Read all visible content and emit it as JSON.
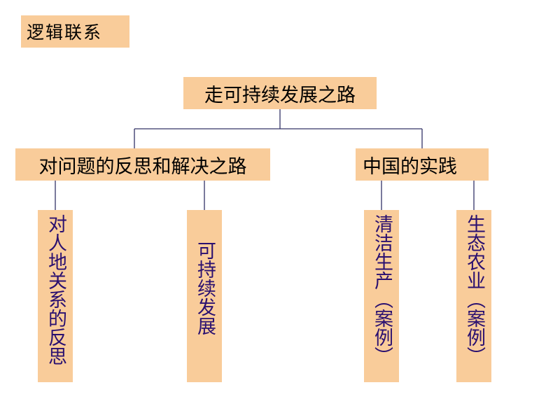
{
  "title": "逻辑联系",
  "root": "走可持续发展之路",
  "branches": [
    {
      "label": "对问题的反思和解决之路",
      "children": [
        "对人地关系的反思",
        "可持续发展"
      ]
    },
    {
      "label": "中国的实践",
      "children": [
        "清洁生产（案例）",
        "生态农业（案例）"
      ]
    }
  ],
  "colors": {
    "box_fill": "#f9cc9a",
    "leaf_text": "#2a1070",
    "connector": "#333366"
  }
}
